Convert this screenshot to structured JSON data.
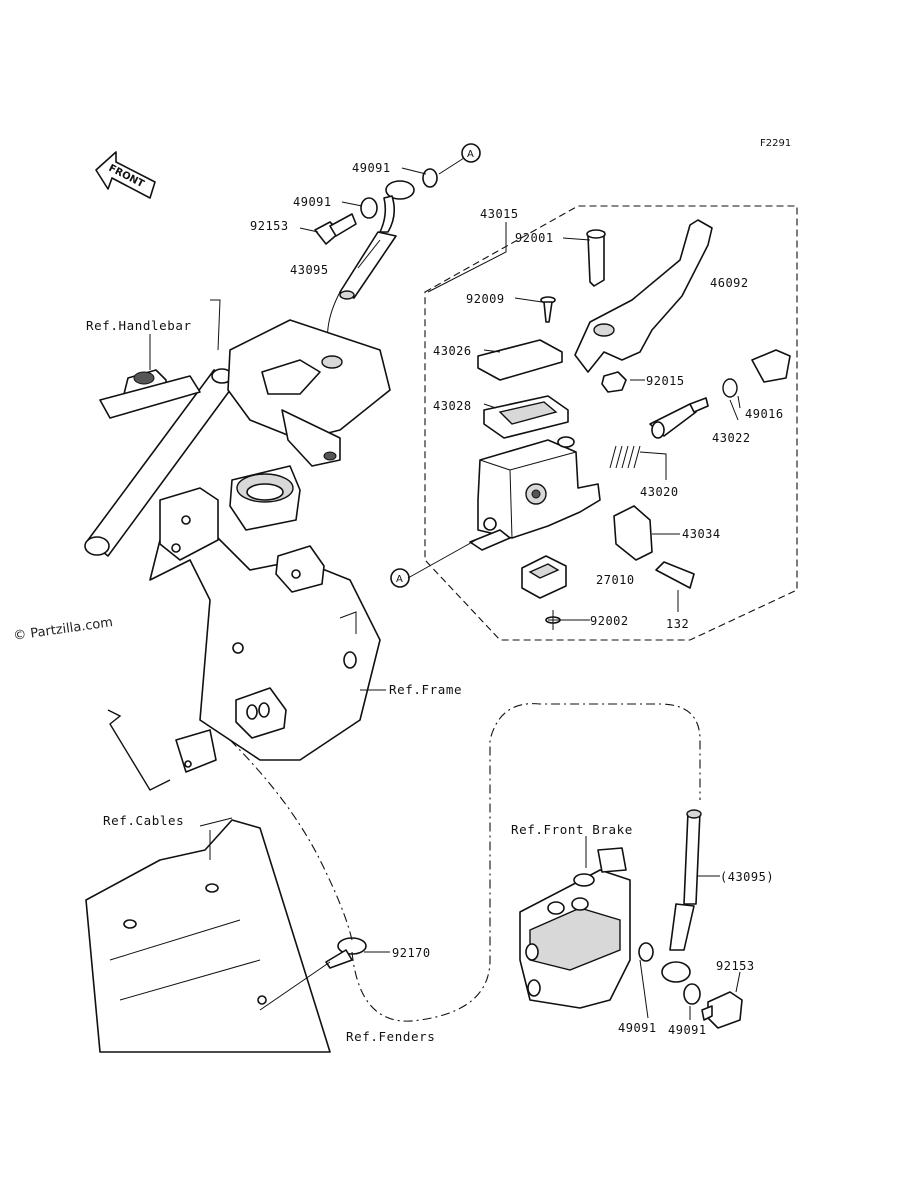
{
  "diagram_id": "F2291",
  "watermark": "© Partzilla.com",
  "front_arrow": "FRONT",
  "callout_marker": "A",
  "parts": {
    "p49091_top": "49091",
    "p49091_mid": "49091",
    "p92153_top": "92153",
    "p43095": "43095",
    "p43015": "43015",
    "p92001": "92001",
    "p46092": "46092",
    "p92009": "92009",
    "p43026": "43026",
    "p92015": "92015",
    "p43028": "43028",
    "p49016": "49016",
    "p43022": "43022",
    "p43020": "43020",
    "p43034": "43034",
    "p27010": "27010",
    "p92002": "92002",
    "p132": "132",
    "p43095_paren": "(43095)",
    "p92153_bottom": "92153",
    "p92170": "92170",
    "p49091_b1": "49091",
    "p49091_b2": "49091"
  },
  "refs": {
    "handlebar": "Ref.Handlebar",
    "frame": "Ref.Frame",
    "cables": "Ref.Cables",
    "front_brake": "Ref.Front Brake",
    "fenders": "Ref.Fenders"
  }
}
